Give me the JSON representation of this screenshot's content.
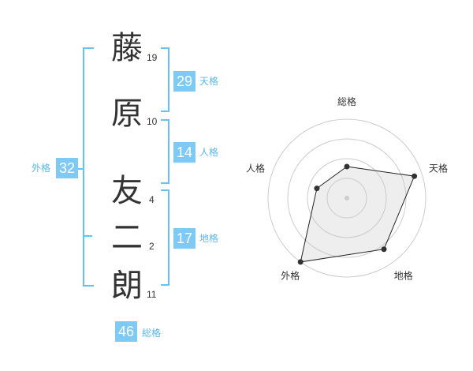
{
  "name": {
    "chars": [
      {
        "char": "藤",
        "strokes": "19"
      },
      {
        "char": "原",
        "strokes": "10"
      },
      {
        "char": "友",
        "strokes": "4"
      },
      {
        "char": "二",
        "strokes": "2"
      },
      {
        "char": "朗",
        "strokes": "11"
      }
    ]
  },
  "kaku": {
    "tenkaku": {
      "value": "29",
      "label": "天格"
    },
    "jinkaku": {
      "value": "14",
      "label": "人格"
    },
    "chikaku": {
      "value": "17",
      "label": "地格"
    },
    "gaikaku": {
      "value": "32",
      "label": "外格"
    },
    "soukaku": {
      "value": "46",
      "label": "総格"
    }
  },
  "colors": {
    "accent": "#7fcaf4",
    "bracket": "#66c2f0",
    "label": "#5bb8ec"
  },
  "chart_data": {
    "type": "radar",
    "axes": [
      "総格",
      "天格",
      "地格",
      "外格",
      "人格"
    ],
    "values": [
      0.4,
      0.9,
      0.8,
      1.0,
      0.4
    ],
    "max": 1,
    "rings": 4
  }
}
